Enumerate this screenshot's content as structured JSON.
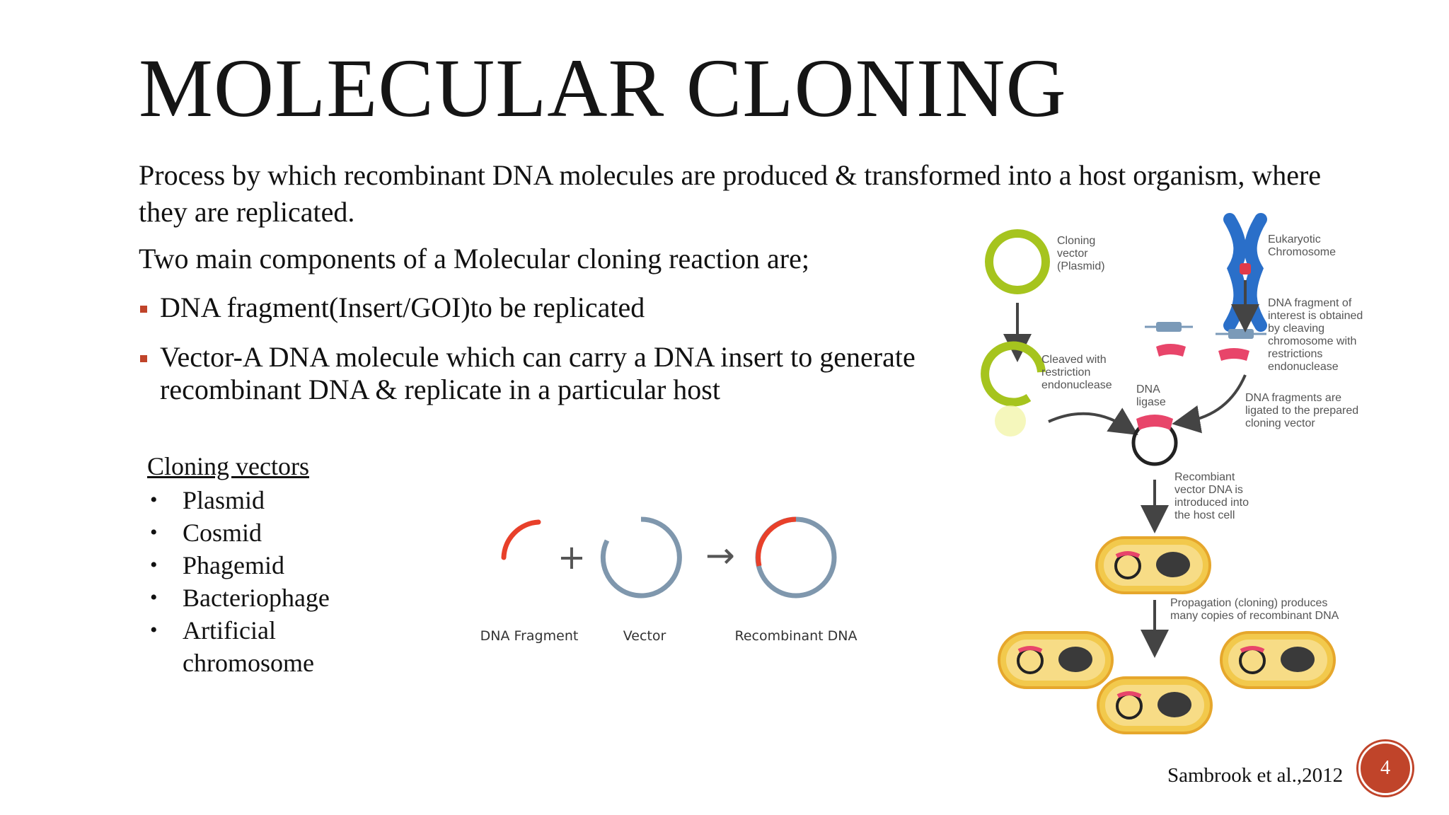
{
  "slide": {
    "title": "MOLECULAR CLONING",
    "intro": "Process by which recombinant DNA molecules are produced & transformed into a host organism, where they are replicated.",
    "components_heading": "Two main components of a Molecular cloning reaction are;",
    "bullets": [
      "DNA fragment(Insert/GOI)to be replicated",
      "Vector-A DNA molecule which can carry a DNA insert to generate recombinant DNA & replicate in a particular host"
    ],
    "cloning_vectors": {
      "heading": "Cloning vectors",
      "items": [
        "Plasmid",
        "Cosmid",
        "Phagemid",
        "Bacteriophage",
        "Artificial chromosome"
      ]
    },
    "mid_figure": {
      "labels": [
        "DNA Fragment",
        "Vector",
        "Recombinant DNA"
      ],
      "plus": "+",
      "arrow": "→"
    },
    "right_figure": {
      "labels": {
        "cloning_vector": "Cloning\nvector\n(Plasmid)",
        "eukaryotic": "Eukaryotic\nChromosome",
        "fragment_obtained": "DNA fragment of\ninterest is obtained\nby cleaving\nchromosome with\nrestrictions\nendonuclease",
        "cleaved": "Cleaved with\nrestriction\nendonuclease",
        "ligase": "DNA\nligase",
        "ligated": "DNA fragments are\nligated to the prepared\ncloning vector",
        "introduced": "Recombiant\nvector DNA is\nintroduced into\nthe host cell",
        "propagation": "Propagation (cloning) produces\nmany copies of recombinant DNA"
      }
    },
    "citation": "Sambrook et al.,2012",
    "page_number": "4",
    "colors": {
      "accent": "#c0442a",
      "plasmid_green": "#a6c41e",
      "insert_pink": "#e8456a",
      "cell_yellow": "#f2c94c",
      "vector_blue": "#7f97ad"
    }
  }
}
